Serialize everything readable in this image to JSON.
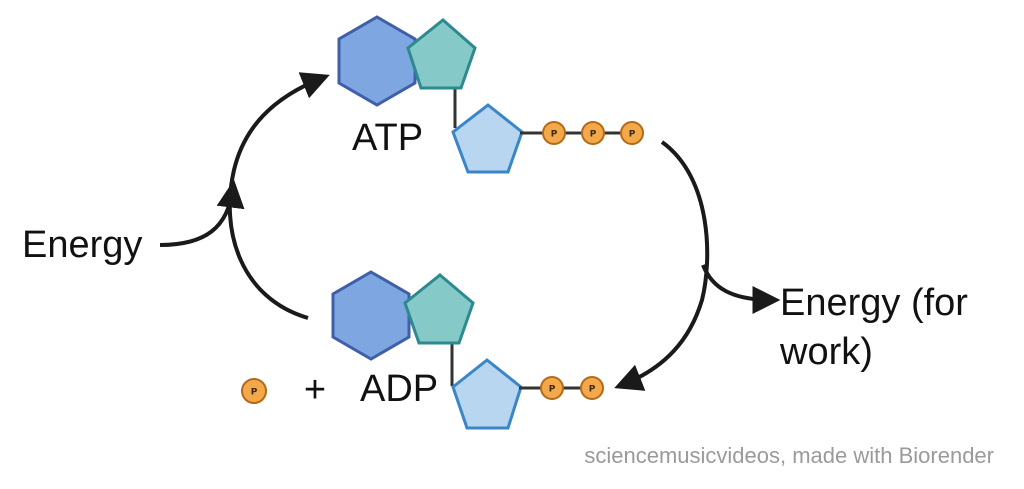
{
  "labels": {
    "atp": "ATP",
    "adp": "ADP",
    "energy_in": "Energy",
    "energy_out_line1": "Energy (for",
    "energy_out_line2": "work)",
    "plus": "+",
    "phosphate": "P"
  },
  "credit": "sciencemusicvideos, made with Biorender",
  "colors": {
    "hexagon_fill": "#7ea6e0",
    "hexagon_stroke": "#3f5fa8",
    "pentagon_teal_fill": "#86c9c9",
    "pentagon_teal_stroke": "#2d8a8f",
    "ribose_fill": "#b8d6f0",
    "ribose_stroke": "#3a86c8",
    "phosphate_fill": "#f3a849",
    "phosphate_stroke": "#b36a1a",
    "arrow": "#1a1a1a",
    "credit_text": "#9a9a9a"
  }
}
